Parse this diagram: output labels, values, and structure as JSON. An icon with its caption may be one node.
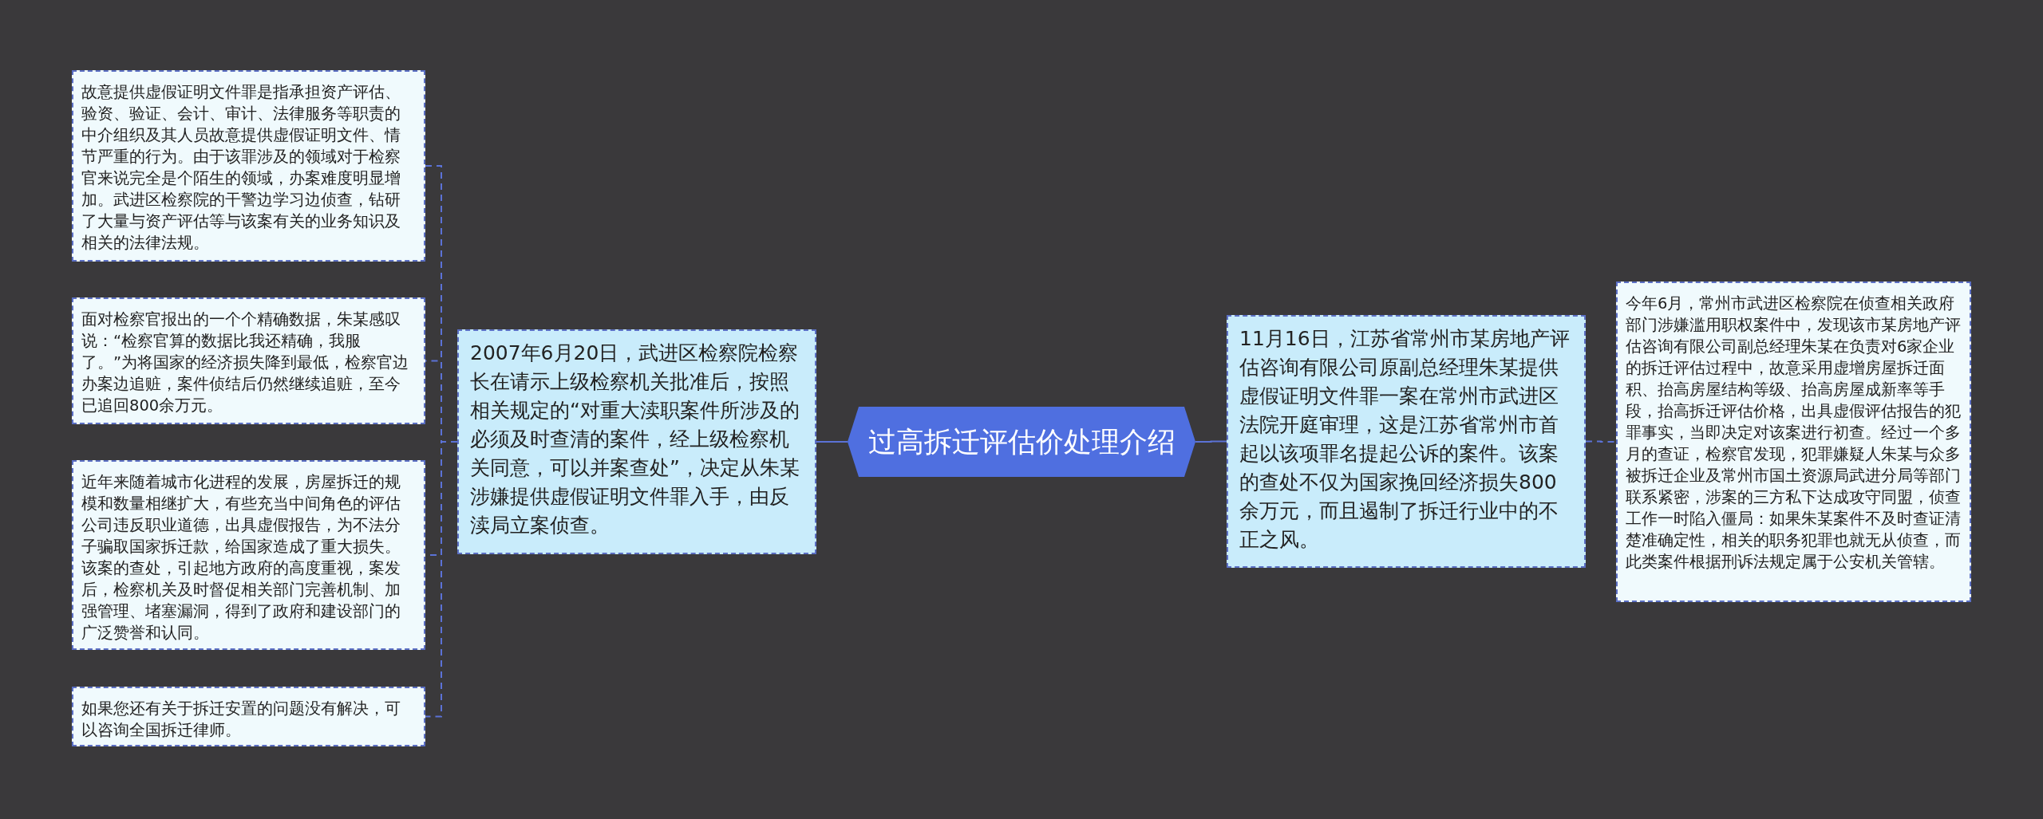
{
  "diagram": {
    "nodes": [
      {
        "text": [
          "过高拆迁评估价处理介绍"
        ]
      },
      {
        "text": [
          "2007年6月20日，武进区检察院检察长在请示上级检察机关批准后，按照相关规定的“对重大渎职案件所涉及的必须及时查清的案件，经上级检察机关同意，可以并案查处”，决定从朱某涉嫌提供虚假证明文件罪入手，由反渎局立案侦查。"
        ]
      },
      {
        "text": [
          "故意提供虚假证明文件罪是指承担资产评估、验资、验证、会计、审计、法律服务等职责的中介组织及其人员故意提供虚假证明文件、情节严重的行为。由于该罪涉及的领域对于检察官来说完全是个陌生的领域，办案难度明显增加。武进区检察院的干警边学习边侦查，钻研了大量与资产评估等与该案有关的业务知识及相关的法律法规。"
        ]
      },
      {
        "text": [
          "面对检察官报出的一个个精确数据，朱某感叹说：“检察官算的数据比我还精确，我服了。”为将国家的经济损失降到最低，检察官边办案边追赃，案件侦结后仍然继续追赃，至今已追回800余万元。"
        ]
      },
      {
        "text": [
          "近年来随着城市化进程的发展，房屋拆迁的规模和数量相继扩大，有些充当中间角色的评估公司违反职业道德，出具虚假报告，为不法分子骗取国家拆迁款，给国家造成了重大损失。该案的查处，引起地方政府的高度重视，案发后，检察机关及时督促相关部门完善机制、加强管理、堵塞漏洞，得到了政府和建设部门的广泛赞誉和认同。"
        ]
      },
      {
        "text": [
          "如果您还有关于拆迁安置的问题没有解决，可以咨询全国拆迁律师。"
        ]
      },
      {
        "text": [
          "11月16日，江苏省常州市某房地产评估咨询有限公司原副总经理朱某提供虚假证明文件罪一案在常州市武进区法院开庭审理，这是江苏省常州市首起以该项罪名提起公诉的案件。该案的查处不仅为国家挽回经济损失800余万元，而且遏制了拆迁行业中的不正之风。"
        ]
      },
      {
        "text": [
          "今年6月，常州市武进区检察院在侦查相关政府部门涉嫌滥用职权案件中，发现该市某房地产评估咨询有限公司副总经理朱某在负责对6家企业的拆迁评估过程中，故意采用虚增房屋拆迁面积、抬高房屋结构等级、抬高房屋成新率等手段，抬高拆迁评估价格，出具虚假评估报告的犯罪事实，当即决定对该案进行初查。经过一个多月的查证，检察官发现，犯罪嫌疑人朱某与众多被拆迁企业及常州市国土资源局武进分局等部门联系紧密，涉案的三方私下达成攻守同盟，侦查工作一时陷入僵局：如果朱某案件不及时查证清楚准确定性，相关的职务犯罪也就无从侦查，而此类案件根据刑诉法规定属于公安机关管辖。"
        ]
      }
    ],
    "edges": [
      {
        "from": 0,
        "to": 1,
        "arrow": "none"
      },
      {
        "from": 1,
        "to": 2,
        "arrow": "none",
        "style": "dashed"
      },
      {
        "from": 1,
        "to": 3,
        "arrow": "none",
        "style": "dashed"
      },
      {
        "from": 1,
        "to": 4,
        "arrow": "none",
        "style": "dashed"
      },
      {
        "from": 1,
        "to": 5,
        "arrow": "none",
        "style": "dashed"
      },
      {
        "from": 0,
        "to": 6,
        "arrow": "none"
      },
      {
        "from": 6,
        "to": 7,
        "arrow": "none",
        "style": "dashed"
      }
    ]
  }
}
